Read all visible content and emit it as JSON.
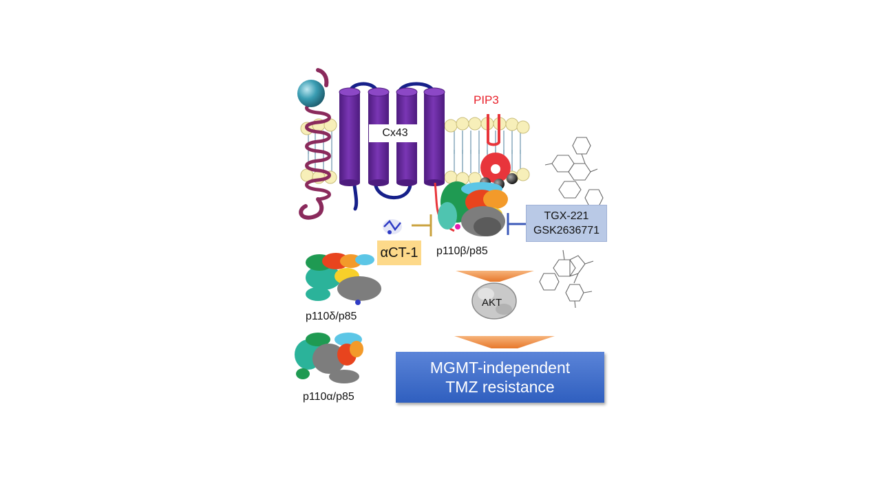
{
  "labels": {
    "channel": "Cx43",
    "lipid": "PIP3",
    "inhibitors": [
      "TGX-221",
      "GSK2636771"
    ],
    "peptide": "αCT-1",
    "complex_beta": "p110β/p85",
    "kinase": "AKT",
    "complex_delta": "p110δ/p85",
    "complex_alpha": "p110α/p85",
    "outcome": [
      "MGMT-independent",
      "TMZ resistance"
    ]
  },
  "colors": {
    "channel": "#6a2aa0",
    "channel_loops": "#16208a",
    "lipid_head": "#e8353b",
    "membrane_head": "#f7efb9",
    "receptor": "#8a2a5c",
    "gpi_sphere": "#2b8fa6",
    "inhibitor_box": "#b9c9e6",
    "peptide_box": "#fdd98a",
    "inhibition_line_act1": "#c9a13c",
    "inhibition_line_tgx": "#3b59b8",
    "arrow": "#ef8a3a",
    "outcome_box": "#3a6bc9"
  }
}
